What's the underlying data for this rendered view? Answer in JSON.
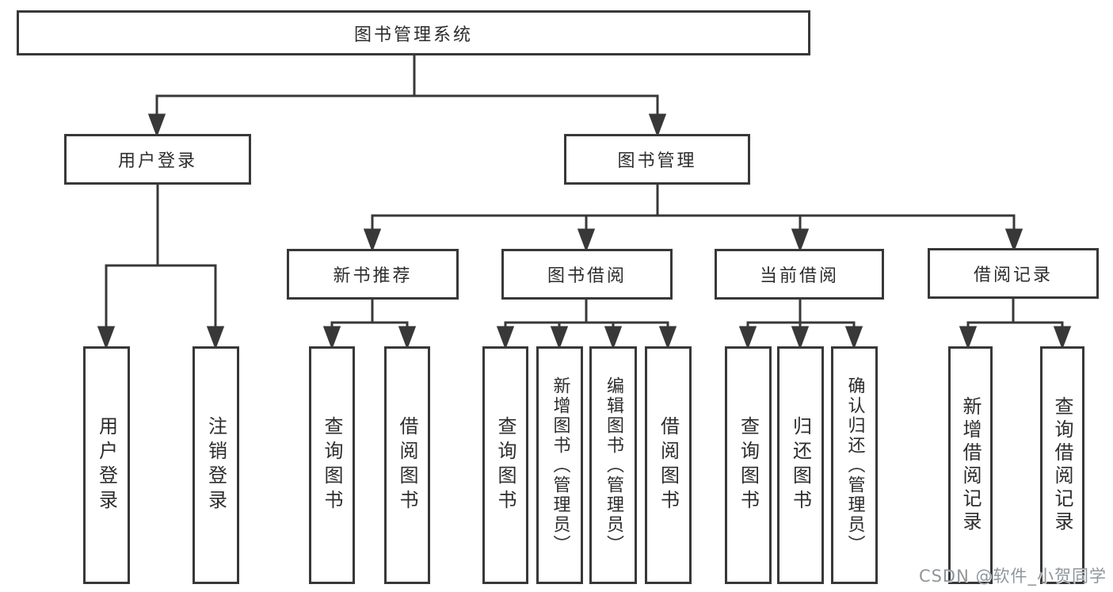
{
  "diagram": {
    "root": {
      "label": "图书管理系统"
    },
    "level2": {
      "user_login": "用户登录",
      "book_management": "图书管理"
    },
    "level3": {
      "new_book_recommendation": "新书推荐",
      "book_borrowing": "图书借阅",
      "current_borrowing": "当前借阅",
      "borrowing_records": "借阅记录"
    },
    "leaves": {
      "user_login": [
        "用户登录",
        "注销登录"
      ],
      "new_book_recommendation": [
        "查询图书",
        "借阅图书"
      ],
      "book_borrowing": [
        "查询图书",
        "新增图书（管理员）",
        "编辑图书（管理员）",
        "借阅图书"
      ],
      "current_borrowing": [
        "查询图书",
        "归还图书",
        "确认归还（管理员）"
      ],
      "borrowing_records": [
        "新增借阅记录",
        "查询借阅记录"
      ]
    },
    "line_color": "#383838"
  },
  "watermark": {
    "text": "CSDN @软件_小贺同学",
    "color": "#8f969c"
  }
}
